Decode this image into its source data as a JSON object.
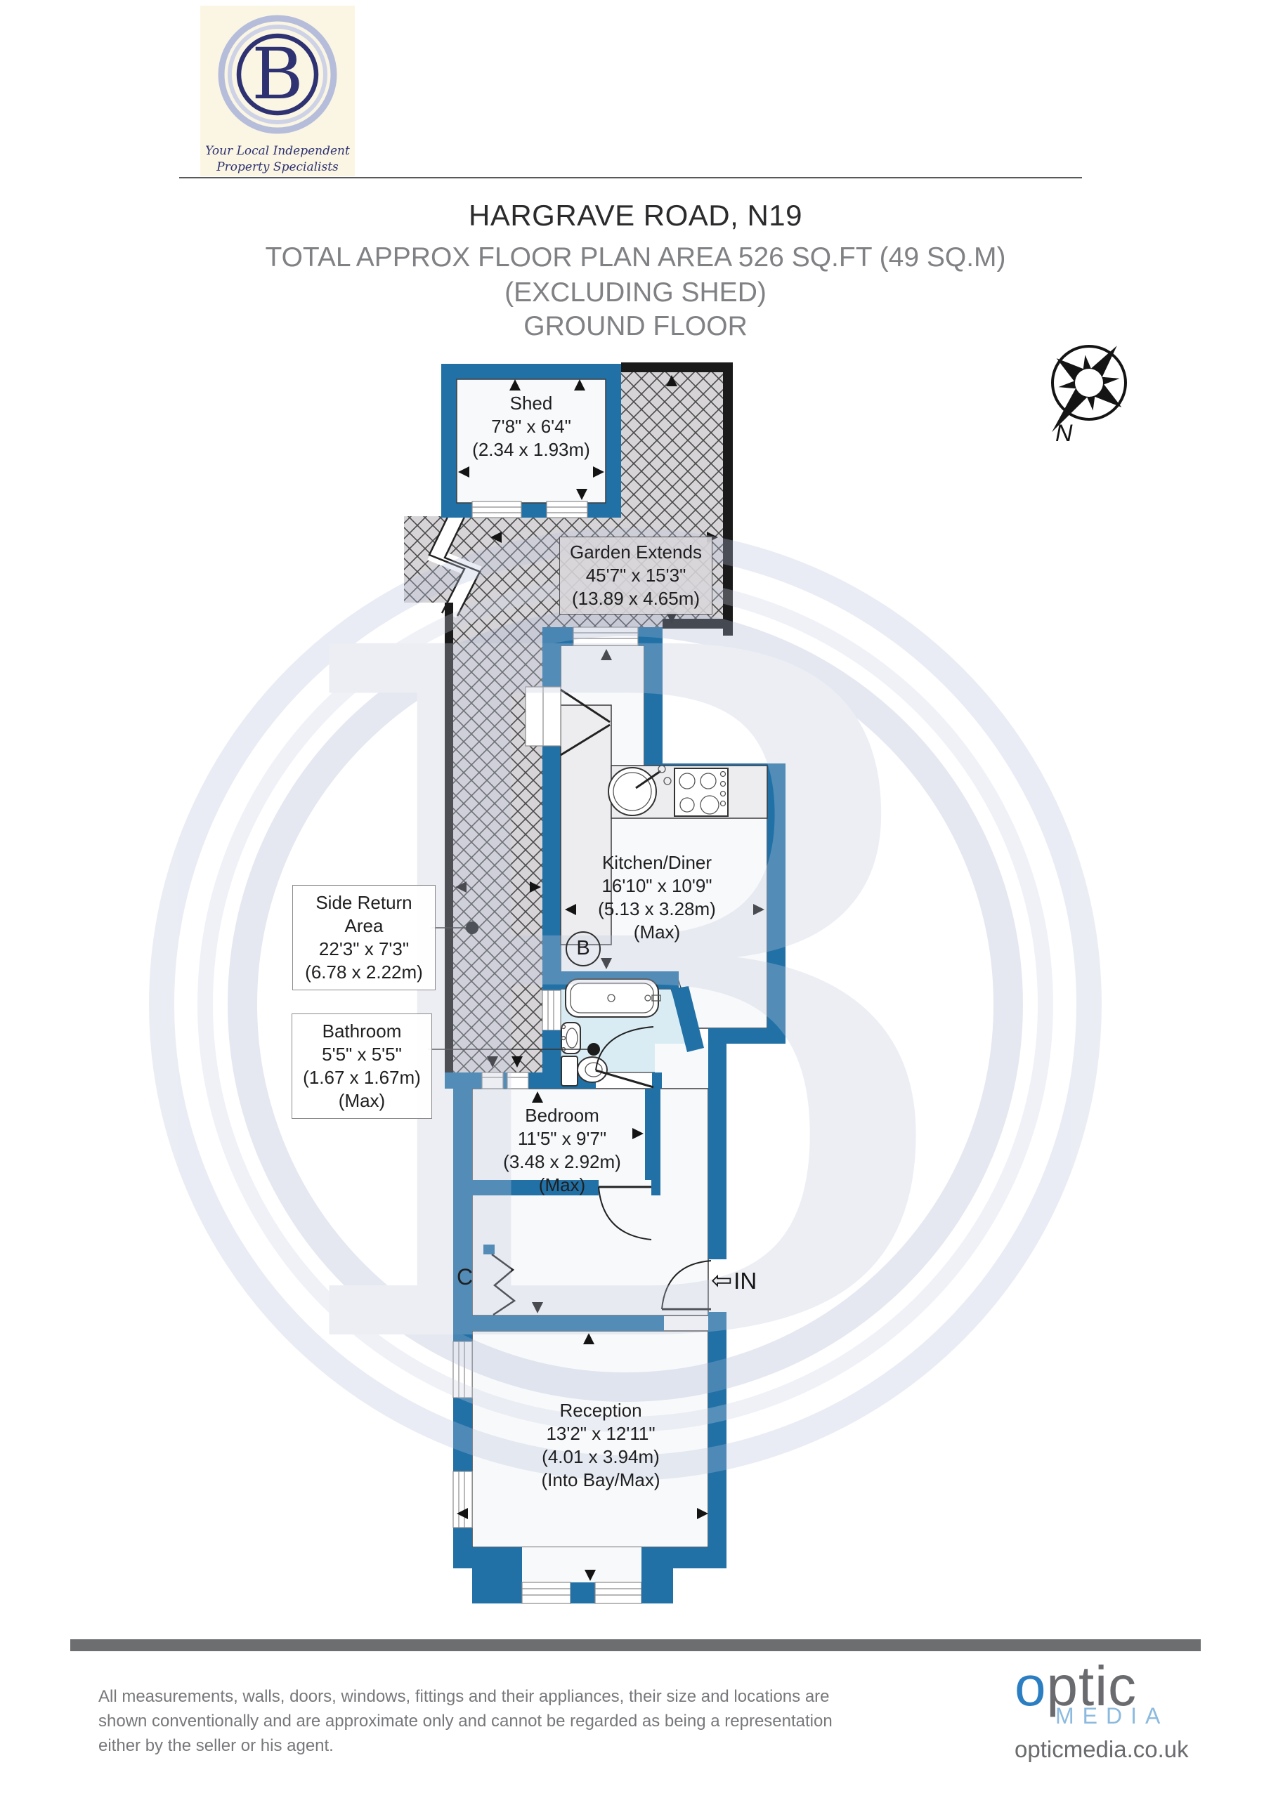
{
  "branding": {
    "logo_letter": "B",
    "tagline_line1": "Your Local Independent",
    "tagline_line2": "Property Specialists"
  },
  "header": {
    "address": "HARGRAVE ROAD, N19",
    "area_line": "TOTAL APPROX FLOOR PLAN AREA 526 SQ.FT (49 SQ.M)",
    "excluding_line": "(EXCLUDING SHED)",
    "floor_line": "GROUND FLOOR"
  },
  "compass": {
    "north_label": "N"
  },
  "rooms": [
    {
      "id": "shed",
      "name": "Shed",
      "imperial": "7'8\" x 6'4\"",
      "metric": "(2.34 x 1.93m)"
    },
    {
      "id": "garden",
      "name": "Garden Extends",
      "imperial": "45'7\" x 15'3\"",
      "metric": "(13.89 x 4.65m)"
    },
    {
      "id": "kitchen_diner",
      "name": "Kitchen/Diner",
      "imperial": "16'10\" x 10'9\"",
      "metric": "(5.13 x 3.28m)",
      "note": "(Max)"
    },
    {
      "id": "side_return",
      "name": "Side Return Area",
      "imperial": "22'3\" x 7'3\"",
      "metric": "(6.78 x 2.22m)"
    },
    {
      "id": "bathroom",
      "name": "Bathroom",
      "imperial": "5'5\" x 5'5\"",
      "metric": "(1.67 x 1.67m)",
      "note": "(Max)"
    },
    {
      "id": "bedroom",
      "name": "Bedroom",
      "imperial": "11'5\" x 9'7\"",
      "metric": "(3.48 x 2.92m)",
      "note": "(Max)"
    },
    {
      "id": "reception",
      "name": "Reception",
      "imperial": "13'2\" x 12'11\"",
      "metric": "(4.01 x 3.94m)",
      "note": "(Into Bay/Max)"
    }
  ],
  "markers": {
    "boiler": "B",
    "cupboard": "C",
    "entrance_arrow": "⇦",
    "entrance": "IN"
  },
  "footer": {
    "disclaimer_line1": "All measurements, walls, doors, windows, fittings and their appliances, their size and locations are",
    "disclaimer_line2": "shown conventionally and are approximate only and cannot be regarded as being a representation",
    "disclaimer_line3": "either by the seller or his agent.",
    "brand_initial": "o",
    "brand_rest": "ptic",
    "brand_media": "MEDIA",
    "website": "opticmedia.co.uk"
  },
  "colors": {
    "wall": "#2171a7",
    "black-wall": "#1a1a1a",
    "hatch-bg": "#d6d4d7",
    "hatch-line": "#4a4a4a",
    "floor": "#f8f9fa",
    "bath-floor": "#d9ecf4",
    "logo-navy": "#2e3272",
    "title-dark": "#2b2b2d",
    "subtitle-gray": "#808184",
    "footer-gray": "#77787b",
    "optic-blue": "#2b7ec1",
    "optic-light": "#8cbade",
    "watermark": "#b9c3dc"
  }
}
